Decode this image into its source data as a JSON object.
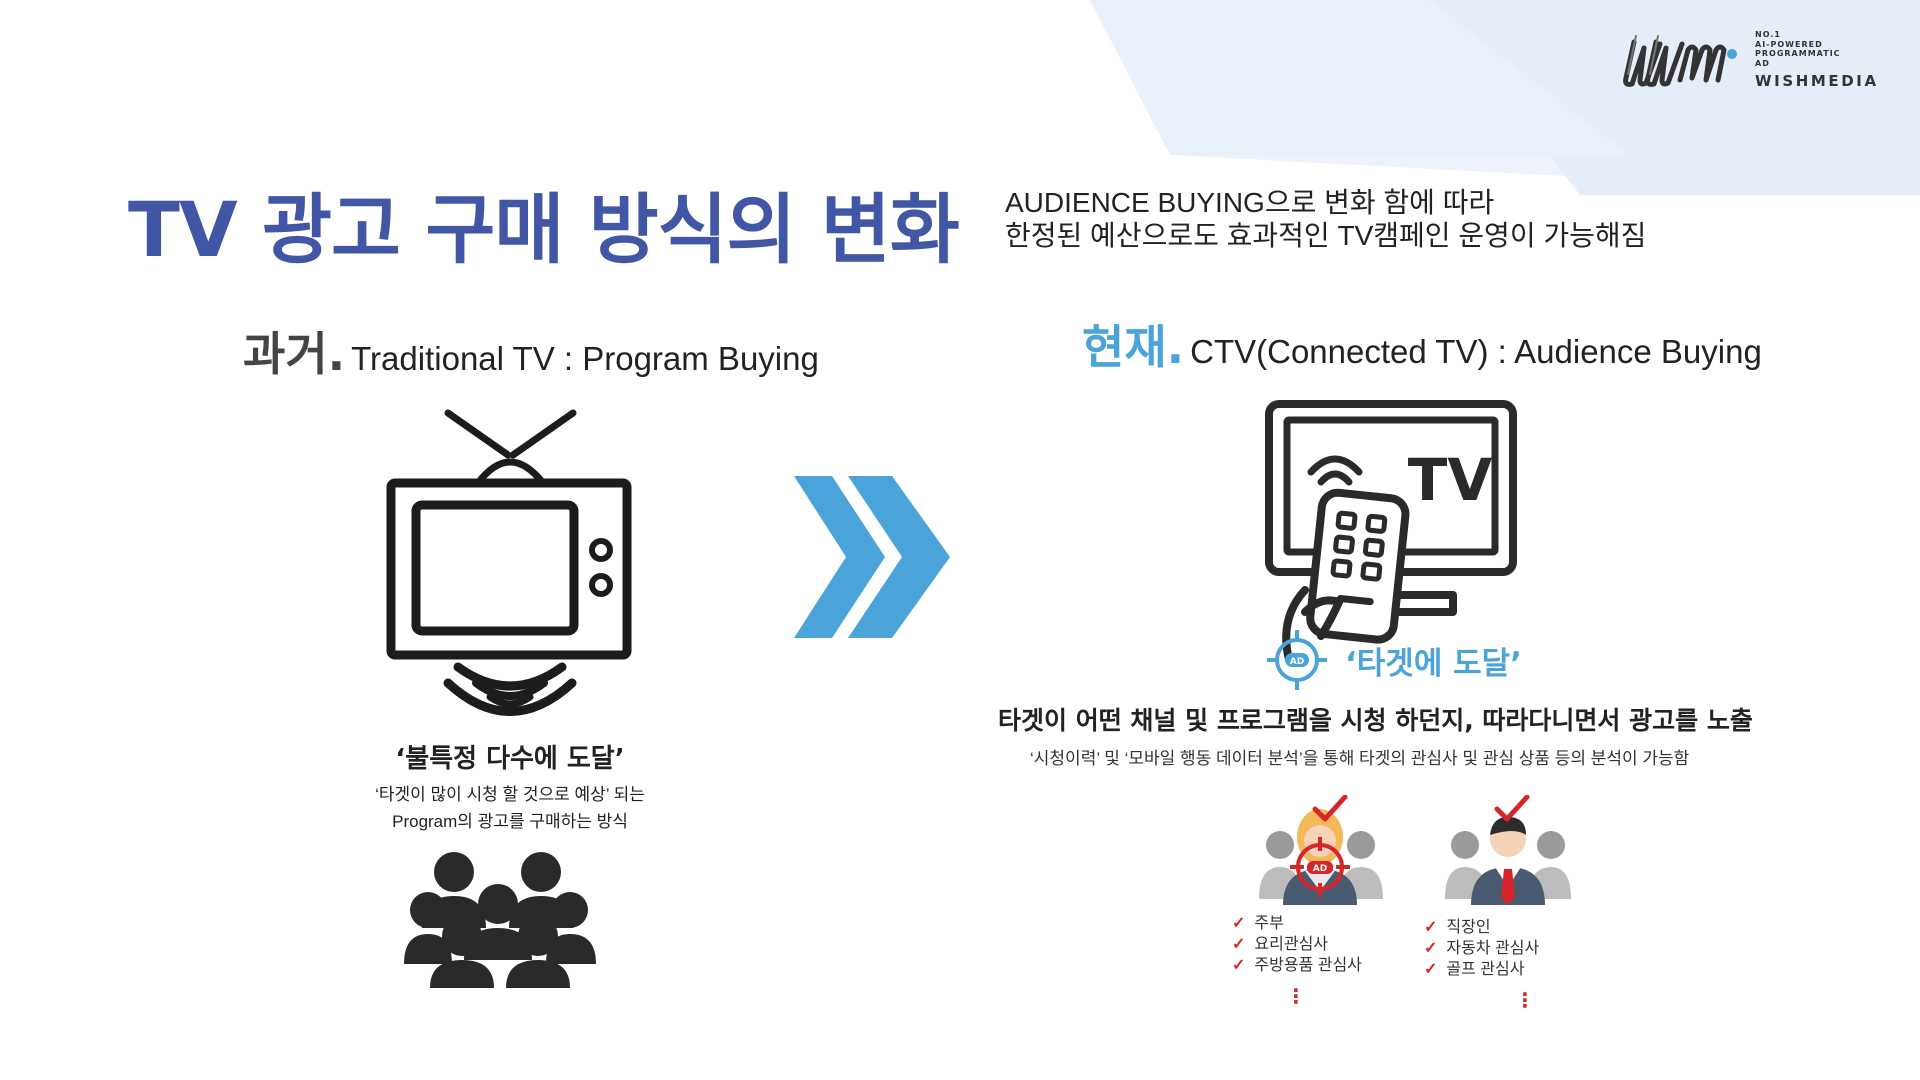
{
  "brand": {
    "tagline_lines": [
      "NO.1",
      "AI-POWERED",
      "PROGRAMMATIC",
      "AD"
    ],
    "name": "WISHMEDIA",
    "accent_color": "#4256a6",
    "highlight_color": "#4aa3d9",
    "check_color": "#d6262c"
  },
  "title": "TV 광고 구매 방식의 변화",
  "summary": {
    "line1": "AUDIENCE BUYING으로 변화 함에 따라",
    "line2": "한정된 예산으로도 효과적인 TV캠페인 운영이 가능해짐"
  },
  "past": {
    "label": "과거.",
    "subtitle": "Traditional TV : Program Buying",
    "tv_icon": "retro-tv-icon",
    "people_icon": "crowd-icon",
    "caption_title": "‘불특정 다수에 도달’",
    "caption_line1": "‘타겟이 많이 시청 할 것으로 예상’ 되는",
    "caption_line2": "Program의 광고를 구매하는 방식"
  },
  "arrow_icon": "double-chevron-right-icon",
  "now": {
    "label": "현재.",
    "subtitle": "CTV(Connected TV) : Audience Buying",
    "tv_icon": "smart-tv-remote-icon",
    "tv_text": "TV",
    "ad_badge_text": "AD",
    "target_tag": "‘타겟에 도달’",
    "line1": "타겟이 어떤 채널 및 프로그램을 시청 하던지,  따라다니면서 광고를 노출",
    "line2": "‘시청이력’ 및 ‘모바일 행동 데이터 분석’을 통해  타겟의 관심사 및 관심 상품 등의 분석이 가능함"
  },
  "personas": [
    {
      "icon": "targeted-housewife-icon",
      "ad_text": "AD",
      "items": [
        "주부",
        "요리관심사",
        "주방용품 관심사"
      ]
    },
    {
      "icon": "office-worker-icon",
      "items": [
        "직장인",
        "자동차 관심사",
        "골프 관심사"
      ]
    }
  ],
  "check_mark": "✓",
  "more_mark": "⋮"
}
